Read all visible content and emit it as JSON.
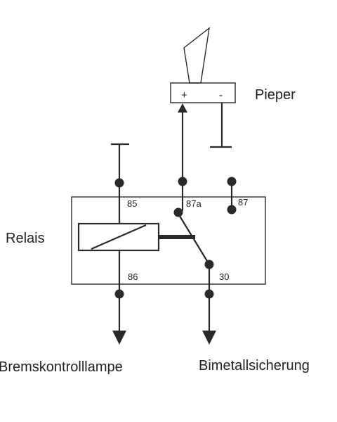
{
  "labels": {
    "buzzer": "Pieper",
    "relay": "Relais",
    "brake_lamp": "Bremskontrolllampe",
    "fuse": "Bimetallsicherung"
  },
  "pins": {
    "p85": "85",
    "p86": "86",
    "p87a": "87a",
    "p87": "87",
    "p30": "30"
  },
  "buzzer_terminals": {
    "plus": "+",
    "minus": "-"
  },
  "colors": {
    "ink": "#2a2a2a",
    "background": "#ffffff"
  }
}
